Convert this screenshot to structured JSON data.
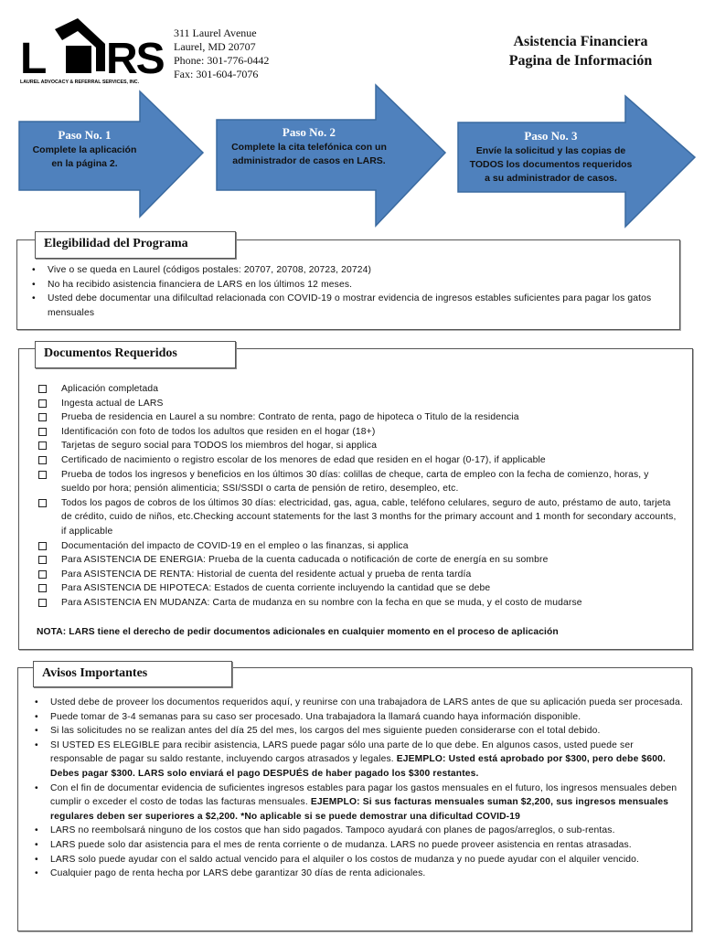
{
  "header": {
    "logo_text": "LARS",
    "logo_subtitle": "LAUREL ADVOCACY & REFERRAL SERVICES, INC.",
    "address": [
      "311 Laurel Avenue",
      "Laurel, MD  20707",
      "Phone: 301-776-0442",
      "Fax: 301-604-7076"
    ],
    "title_line1": "Asistencia Financiera",
    "title_line2": "Pagina de Información"
  },
  "steps": [
    {
      "heading": "Paso No. 1",
      "text": "Complete la aplicación en la página 2."
    },
    {
      "heading": "Paso No. 2",
      "text": "Complete la cita telefónica con un administrador de casos en LARS."
    },
    {
      "heading": "Paso No. 3",
      "text": "Envíe la solicitud y las copias de TODOS los documentos requeridos a su administrador de casos."
    }
  ],
  "arrow_color": "#4f81bd",
  "eligibility": {
    "title": "Elegibilidad del Programa",
    "items": [
      "Vive o se queda en Laurel (códigos postales: 20707, 20708, 20723, 20724)",
      "No ha recibido asistencia financiera de LARS en los últimos 12 meses.",
      "Usted debe documentar una difilcultad relacionada con COVID-19 o mostrar evidencia de ingresos estables suficientes para pagar los gatos mensuales"
    ]
  },
  "documents": {
    "title": "Documentos Requeridos",
    "items": [
      "Aplicación completada",
      "Ingesta actual de LARS",
      "Prueba de residencia en Laurel a su nombre: Contrato de renta, pago de hipoteca o Titulo de la residencia",
      "Identificación con foto de todos los adultos que residen en el hogar (18+)",
      "Tarjetas de seguro social para TODOS los miembros del hogar, si applica",
      "Certificado de nacimiento o registro escolar de los menores de edad que residen en el hogar (0-17), if applicable",
      "Prueba de todos los ingresos y beneficios en los últimos 30 días: colillas de cheque, carta de empleo con la fecha de comienzo, horas, y sueldo por hora; pensión alimenticia; SSI/SSDI o carta de pensión de retiro, desempleo, etc.",
      "Todos los pagos de cobros de los últimos 30 días:  electricidad, gas, agua, cable, teléfono celulares, seguro de auto, préstamo de auto, tarjeta de crédito, cuido de niños, etc.Checking account statements for the last 3 months for the primary account and 1 month for secondary accounts, if applicable",
      "Documentación del impacto de COVID-19 en el empleo o las finanzas, si applica",
      "Para ASISTENCIA DE ENERGIA: Prueba de la cuenta caducada o notificación de corte de energía en su sombre",
      "Para ASISTENCIA DE RENTA: Historial de cuenta del residente actual y prueba de renta tardía",
      "Para ASISTENCIA DE HIPOTECA: Estados de cuenta corriente incluyendo la cantidad que se debe",
      "Para ASISTENCIA EN MUDANZA: Carta de mudanza en su nombre con la fecha en que se muda, y el costo de mudarse"
    ],
    "note": "NOTA: LARS tiene el derecho de pedir documentos adicionales en cualquier momento en el proceso de aplicación"
  },
  "notices": {
    "title": "Avisos Importantes",
    "items": [
      {
        "text": "Usted debe de proveer los documentos requeridos aquí, y reunirse con una trabajadora de LARS antes de que su aplicación pueda ser procesada.",
        "bold": ""
      },
      {
        "text": "Puede tomar de 3-4 semanas para su caso ser procesado. Una trabajadora la llamará cuando haya información disponible.",
        "bold": ""
      },
      {
        "text": "Si las solicitudes no se realizan antes del día 25 del mes, los cargos del mes siguiente pueden considerarse con el total debido.",
        "bold": ""
      },
      {
        "text": "SI USTED ES ELEGIBLE para recibir asistencia, LARS puede pagar sólo una parte de lo que debe. En algunos casos, usted puede ser responsable de pagar su saldo restante, incluyendo cargos atrasados y legales. ",
        "bold": "EJEMPLO: Usted está aprobado por $300, pero debe $600. Debes pagar $300. LARS solo enviará el pago DESPUÉS de haber pagado los $300 restantes."
      },
      {
        "text": "Con el fin de documentar evidencia de suficientes ingresos estables para pagar los gastos mensuales en el futuro, los ingresos mensuales deben cumplir o exceder el costo de todas las facturas mensuales. ",
        "bold": "EJEMPLO: Si sus facturas mensuales suman $2,200, sus ingresos mensuales regulares deben ser superiores a $2,200. *No aplicable si se puede demostrar una dificultad COVID-19"
      },
      {
        "text": "LARS no reembolsará ninguno de los costos que han sido pagados. Tampoco ayudará con planes de pagos/arreglos, o sub-rentas.",
        "bold": ""
      },
      {
        "text": "LARS puede solo dar asistencia para el mes de renta corriente o de mudanza. LARS no puede proveer asistencia en rentas atrasadas.",
        "bold": ""
      },
      {
        "text": "LARS solo puede ayudar con el saldo actual vencido para el alquiler o los costos de mudanza y no puede ayudar  con el alquiler vencido.",
        "bold": ""
      },
      {
        "text": "Cualquier pago de renta hecha por LARS debe garantizar 30 días de renta adicionales.",
        "bold": ""
      }
    ]
  }
}
